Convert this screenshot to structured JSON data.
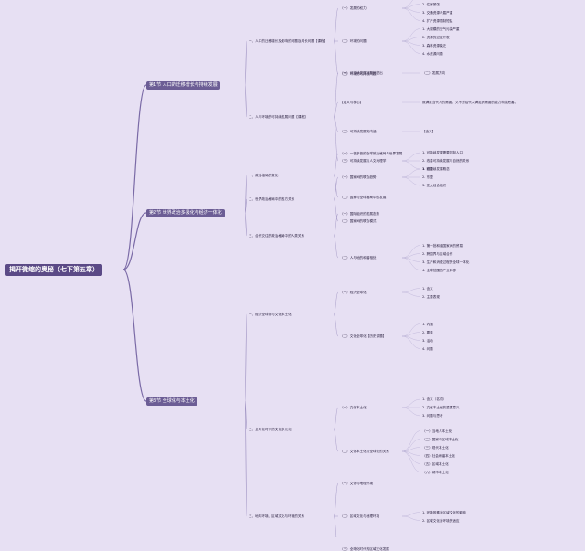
{
  "root": "揭开微缩的奥秘（七下第五章）",
  "sections": [
    {
      "title": "第1节 人口的迁移增长与持续发展",
      "children": [
        {
          "text": "一、人口的迁移增长及影响的问题及增长问题【课程】",
          "subs": [
            {
              "text": "（一）发展的权力",
              "leaves": [
                "1. 土地资源缺乏",
                "2. 住房紧张",
                "3. 交通资源矛盾严重",
                "4. 扩产资源限制短缺"
              ]
            },
            {
              "text": "（二）环境的问题",
              "leaves": [
                "1. 大规模的空气污染严重",
                "2. 资源的过度开发",
                "3. 森林资源缺乏",
                "4. 水资源问题"
              ]
            },
            {
              "text": "（三）环境的可持续问题",
              "leaves": []
            }
          ]
        },
        {
          "text": "二、人与环境的可持续发展问题【课程】",
          "subs": [
            {
              "text": "（一）可持续发展问题的提出",
              "leaves": [
                "（二）发展方向"
              ]
            },
            {
              "text": "【定义与核心】",
              "leaves": [
                "既满足当代人的需要，又不对后代人满足其需要的能力构成危害。"
              ]
            },
            {
              "text": "（二）可持续发展的内涵",
              "leaves": [
                "【含义】"
              ]
            },
            {
              "text": "（三）可持续发展与人文地理学",
              "leaves": [
                "1. 可持续发展需要控制人口",
                "2. 改善可持续发展与自然的关系",
                "3. 可持续发展概念"
              ]
            }
          ]
        }
      ]
    },
    {
      "title": "第2节 世界政治多极化与经济一体化",
      "children": [
        {
          "text": "一、政治格局的变化",
          "subs": [
            {
              "text": "（一）一极多极的全球政治格局与世界发展",
              "leaves": []
            },
            {
              "text": "（二）国家与全球格局中的发展",
              "leaves": []
            }
          ]
        },
        {
          "text": "二、世界政治格局中的各方关系",
          "subs": [
            {
              "text": "（一）国家间的联合趋势",
              "leaves": [
                "1. 欧盟",
                "2. 东盟",
                "3. 亚太经合组织"
              ]
            },
            {
              "text": "（二）国家间的联合模式",
              "leaves": []
            }
          ]
        },
        {
          "text": "三、合作交往的政治格局中的人类关系",
          "subs": [
            {
              "text": "（一）国际组织的发展态势",
              "leaves": []
            },
            {
              "text": "（二）人与地的和谐相处",
              "leaves": [
                "1. 第一批和谐国家间的贸易",
                "2. 跨国界与区域合作",
                "3. 生产和消费过程的全球一体化",
                "4. 全球范围的产业转移"
              ]
            }
          ]
        }
      ]
    },
    {
      "title": "第3节 全球化与本土化",
      "children": [
        {
          "text": "一、经济全球化与文化本土化",
          "subs": [
            {
              "text": "（一）经济全球化",
              "leaves": [
                "1. 含义",
                "2. 主要表现"
              ]
            },
            {
              "text": "（二）文化全球化【历史课题】",
              "leaves": [
                "1. 内涵",
                "2. 要素",
                "3. 活动",
                "4. 问题"
              ]
            }
          ]
        },
        {
          "text": "二、全球化时代的文化多元化",
          "subs": [
            {
              "text": "（一）文化本土化",
              "leaves": [
                "1. 含义（名词）",
                "2. 文化本土化的重要意义",
                "3. 问题与思考"
              ]
            },
            {
              "text": "（二）文化本土化与全球化的关系",
              "leaves": [
                "（一）当地人本土化",
                "（二）国家与区域本土化",
                "（三）现代本土化",
                "（四）社会和谐本土化",
                "（五）区域本土化",
                "（六）城市本土化"
              ]
            }
          ]
        },
        {
          "text": "三、地球环境、区域文化与环境的关系",
          "subs": [
            {
              "text": "（一）文化与地理环境",
              "leaves": []
            },
            {
              "text": "（二）区域文化与地理环境",
              "leaves": [
                "1. 环境因素对区域文化的影响",
                "2. 区域文化对环境的适应"
              ]
            },
            {
              "text": "（三）全球化时代的区域文化发展",
              "leaves": []
            }
          ]
        }
      ]
    }
  ]
}
